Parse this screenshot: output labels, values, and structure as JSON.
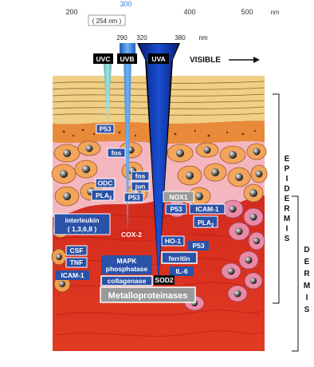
{
  "scale": {
    "ticks": [
      "200",
      "300",
      "400",
      "500"
    ],
    "unit": "nm",
    "callout": "( 254 nm )",
    "sub_ticks": [
      "290",
      "320",
      "380"
    ],
    "sub_unit": "nm"
  },
  "bands": {
    "uvc": "UVC",
    "uvb": "UVB",
    "uva": "UVA",
    "visible": "VISIBLE"
  },
  "regions": {
    "epidermis_letters": [
      "E",
      "P",
      "I",
      "D",
      "E",
      "R",
      "M",
      "I",
      "S"
    ],
    "dermis_letters": [
      "D",
      "E",
      "R",
      "M",
      "I",
      "S"
    ]
  },
  "labels": {
    "p53_top": "P53",
    "fos_1": "fos",
    "odc": "ODC",
    "fos_2": "fos",
    "jun": "jun",
    "pla2_left": "PLA",
    "pla2_left_sub": "2",
    "p53_mid": "P53",
    "nox1": "NOX1",
    "p53_right": "P53",
    "icam1_right": "ICAM-1",
    "pla2_right": "PLA",
    "pla2_right_sub": "2",
    "interleukin": "interleukin",
    "interleukin_nums": "( 1,3,6,8 )",
    "cox2": "COX-2",
    "csf": "CSF",
    "tnf": "TNF",
    "icam1_left": "ICAM-1",
    "ho1": "HO-1",
    "p53_low": "P53",
    "ferritin": "ferritin",
    "mapk_1": "MAPK",
    "mapk_2": "phosphatase",
    "il6": "IL-6",
    "collagenase": "collagenase",
    "sod2": "SOD2",
    "metallo": "Metalloproteinases"
  },
  "colors": {
    "uvc_beam": "#6dc4c4",
    "uvb_beam": "#2f7fd8",
    "uva_beam": "#0b2fa8",
    "dermis": "#d3271a",
    "stratum_corneum": "#f0cf86",
    "label_blue": "#2a52a8"
  }
}
